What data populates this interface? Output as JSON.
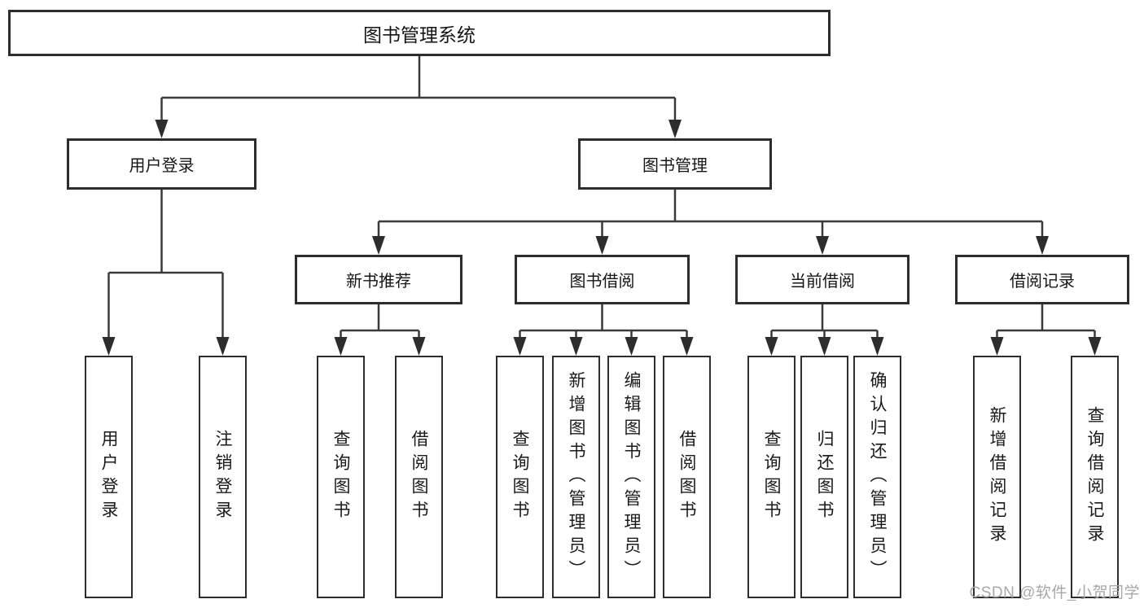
{
  "diagram": {
    "root": {
      "label": "图书管理系统"
    },
    "branches": [
      {
        "label": "用户登录",
        "children": [
          {
            "label": "用户登录"
          },
          {
            "label": "注销登录"
          }
        ]
      },
      {
        "label": "图书管理",
        "children": [
          {
            "label": "新书推荐",
            "children": [
              {
                "label": "查询图书"
              },
              {
                "label": "借阅图书"
              }
            ]
          },
          {
            "label": "图书借阅",
            "children": [
              {
                "label": "查询图书"
              },
              {
                "label": "新增图书（管理员）"
              },
              {
                "label": "编辑图书（管理员）"
              },
              {
                "label": "借阅图书"
              }
            ]
          },
          {
            "label": "当前借阅",
            "children": [
              {
                "label": "查询图书"
              },
              {
                "label": "归还图书"
              },
              {
                "label": "确认归还（管理员）"
              }
            ]
          },
          {
            "label": "借阅记录",
            "children": [
              {
                "label": "新增借阅记录"
              },
              {
                "label": "查询借阅记录"
              }
            ]
          }
        ]
      }
    ]
  },
  "watermark": {
    "text": "CSDN @软件_小贺同学"
  },
  "colors": {
    "line": "#3a3a3a",
    "border": "#2d2d2d",
    "text": "#151515",
    "watermark": "#a8a8ac"
  }
}
